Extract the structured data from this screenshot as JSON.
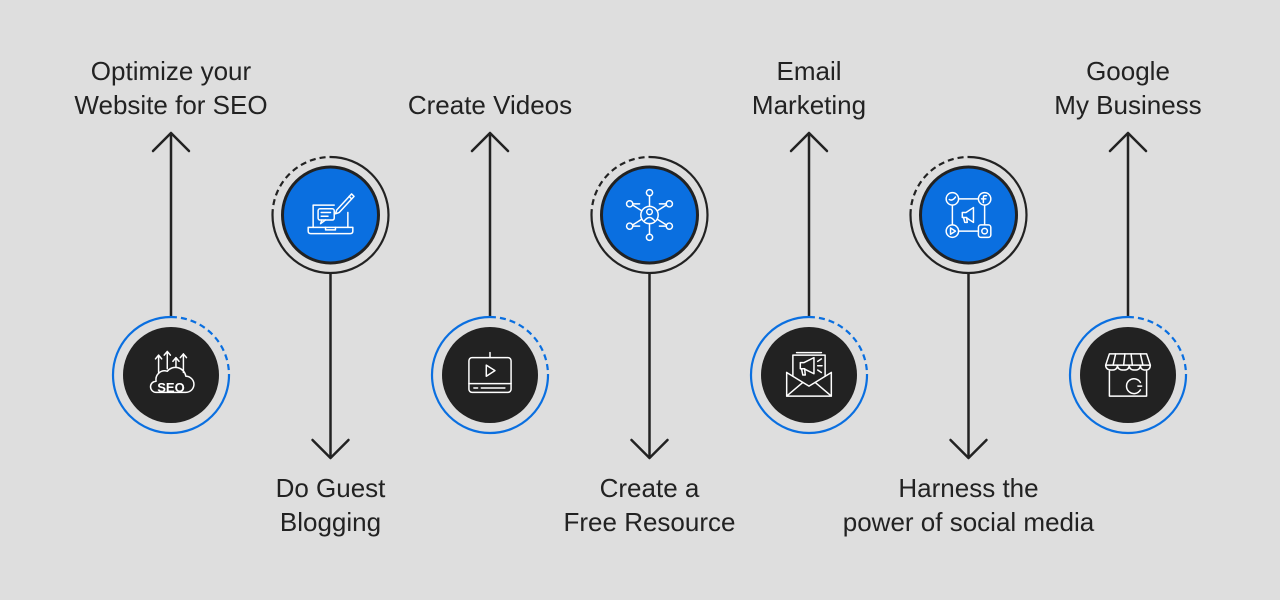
{
  "colors": {
    "background": "#dedede",
    "accent": "#0a6fe0",
    "dark": "#222222",
    "line": "#222222"
  },
  "steps": [
    {
      "lines": [
        "Optimize your",
        "Website for SEO"
      ],
      "icon": "seo-cloud-icon",
      "circle": "dark",
      "direction": "up",
      "icon_text": "SEO"
    },
    {
      "lines": [
        "Do Guest",
        "Blogging"
      ],
      "icon": "laptop-chat-pen-icon",
      "circle": "blue",
      "direction": "down"
    },
    {
      "lines": [
        "Create Videos"
      ],
      "icon": "video-player-icon",
      "circle": "dark",
      "direction": "up"
    },
    {
      "lines": [
        "Create a",
        "Free Resource"
      ],
      "icon": "network-user-icon",
      "circle": "blue",
      "direction": "down"
    },
    {
      "lines": [
        "Email",
        "Marketing"
      ],
      "icon": "envelope-megaphone-icon",
      "circle": "dark",
      "direction": "up"
    },
    {
      "lines": [
        "Harness the",
        "power of social media"
      ],
      "icon": "social-media-icon",
      "circle": "blue",
      "direction": "down"
    },
    {
      "lines": [
        "Google",
        "My Business"
      ],
      "icon": "google-store-icon",
      "circle": "dark",
      "direction": "up"
    }
  ]
}
